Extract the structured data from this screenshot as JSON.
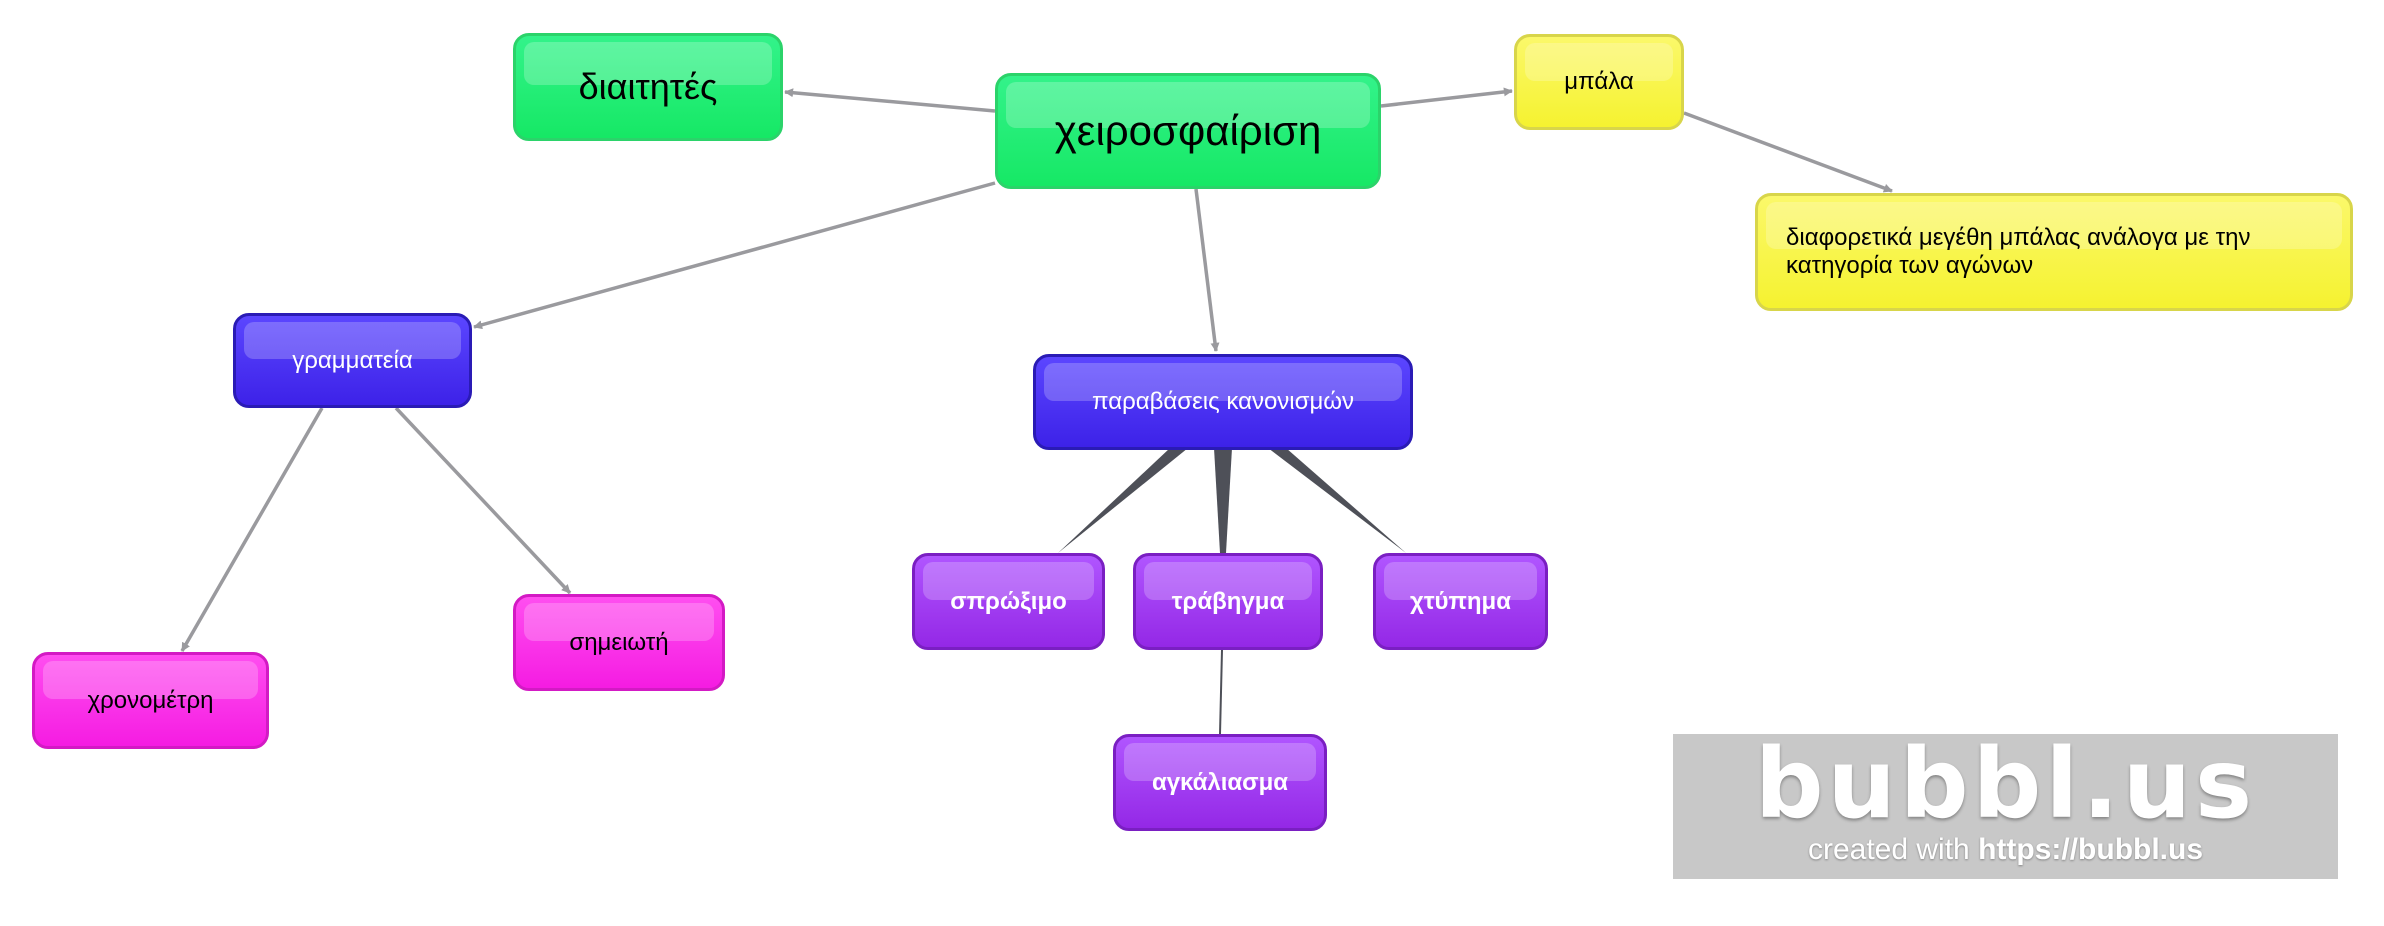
{
  "colors": {
    "green": "#16e865",
    "yellow": "#f5f230",
    "blue": "#3d22e8",
    "purple": "#9428e6",
    "magenta": "#f51ce2",
    "connector": "#9a9a9e",
    "spoke": "#4e5058",
    "watermark_bg": "#c8c8c8"
  },
  "nodes": {
    "root": "χειροσφαίριση",
    "referees": "διαιτητές",
    "ball": "μπάλα",
    "ball_sizes": "διαφορετικά μεγέθη μπάλας ανάλογα με την κατηγορία των αγώνων",
    "secretariat": "γραμματεία",
    "violations": "παραβάσεις κανονισμών",
    "pushing": "σπρώξιμο",
    "pulling": "τράβηγμα",
    "hitting": "χτύπημα",
    "hugging": "αγκάλιασμα",
    "timekeeper": "χρονομέτρη",
    "scorekeeper": "σημειωτή"
  },
  "watermark": {
    "logo": "bubbl.us",
    "tagline_prefix": "created with",
    "tagline_url": "https://bubbl.us"
  }
}
